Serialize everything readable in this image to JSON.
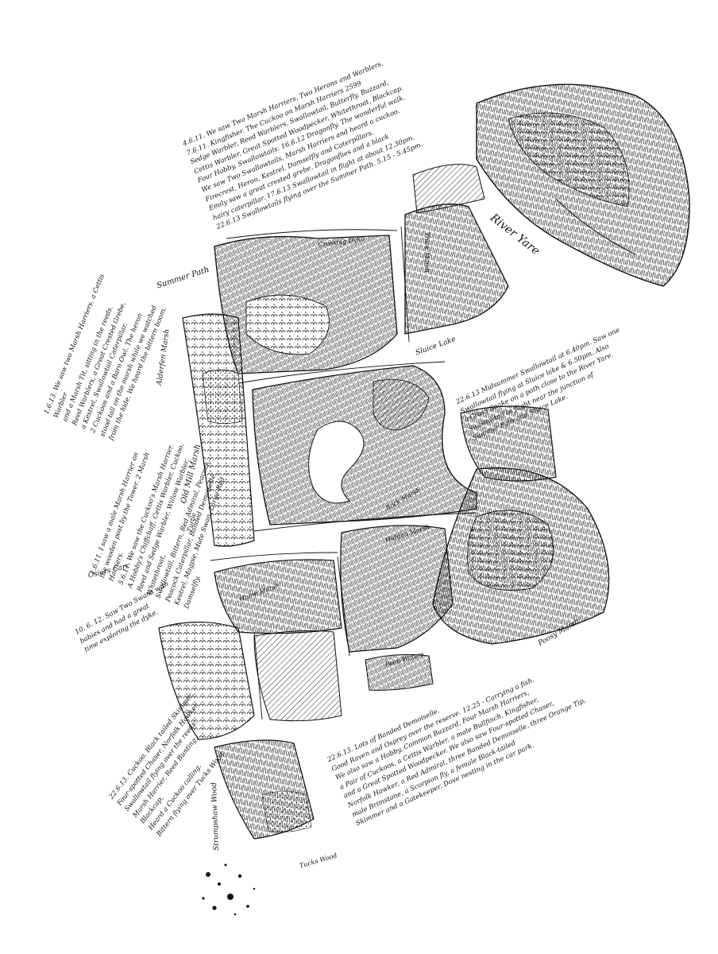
{
  "colors": {
    "ink": "#111111",
    "paper": "#ffffff"
  },
  "labels": {
    "river_yare": "River Yare",
    "summer_path": "Summer Path",
    "crossing_dyke": "Crossing Dyke",
    "thick_marsh": "Thick Marsh",
    "sluice_lake": "Sluice Lake",
    "alderfen_marsh": "Alderfen Marsh",
    "old_mill_marsh": "Old Mill Marsh",
    "turtle": "Turtle",
    "rock_marsh": "Rock Marsh",
    "hidden_marsh": "Hidden Marsh",
    "home_marsh": "Home Marsh",
    "osiers_carr": "Osiers Carr",
    "peep_waters": "Peep Waters",
    "poosy_marsh": "Poosy Marsh",
    "strumpshaw_wood": "Strumpshaw Wood",
    "tucks_wood": "Tucks Wood"
  },
  "notes": {
    "top": [
      "4.6.11. We saw Two Marsh Harriers, Two Herons and Warblers.",
      "7.6.11. Kingfisher. The Cuckoo on Marsh Harriers 2599",
      "Sedge Warbler, Reed Warblers, Swallowtail, Butterfly, Buzzard,",
      "Cettis Warbler, Great Spotted Woodpecker, Whitethroat, Blackcap.",
      "Four Hobby, Swallowtails. 16.6.12 Dragonfly. The wonderful walk.",
      "We saw Two Swallowtails, Marsh Harriers and heard a cuckoo.",
      "Firecrest, Heron, Kestrel. Damselfly and Caterpillars.",
      "Emily saw a great crested grebe. Dragonflies and a black",
      "hairy caterpillar. 17.6.13 Swallowtail in flight at about 12.30pm.",
      "22.6.13 Swallowtails flying over the Summer Path. 5.15 - 5.45pm."
    ],
    "left_top": [
      "1.6.13. We saw two Marsh Harriers, a Cettis Warbler",
      "and a Marsh Tit, sitting in the reeds.",
      "Reed Warblers, a Great Crested Grebe,",
      "a Kestrel, Swallowtail Caterpillar.",
      "2 Cuckoos and a Barn Owl. The heron",
      "stood tall on the marsh while we watched",
      "from the hide. We heard the bittern boom."
    ],
    "left_mid": [
      "1.6.11. I saw a male Marsh Harrier on",
      "the wooden post by the Tower. 2 Marsh Harriers.",
      "5.6.11. We saw the Cuckoo's Marsh Harrier.",
      "A Hobby's Chiffchaff, Cettis Warbler, Cuckoo,",
      "Reed and Sedge Warbler, Willow Warbler, Whitethroat,",
      "Swallowtail, Bittern, Red Admiral, Peacock,",
      "Peacock Caterpillar, Banded Demoiselle,",
      "Kestrel, Magpie, Mute Swan, Large Red Damselfly."
    ],
    "left_bottom": [
      "10. 6. 12. Saw Two Swans with",
      "babies and had a great",
      "time exploring the dyke."
    ],
    "bottom_left": [
      "22.6.13. Cuckoo. Black tailed Skimmer,",
      "Four-spotted Chaser, Norfolk Hawker,",
      "Swallowtail flying over the reeds.",
      "Marsh Harrier, Reed Bunting, Blackcap,",
      "Heard a Cuckoo calling.",
      "Bittern flying over Tucks Wood."
    ],
    "bottom_right": [
      "22.6.13. Lots of Banded Demoiselle.",
      "Good Raven and Osprey over the reserve. 12.25 - Carrying a fish.",
      "We also saw a Hobby, Common Buzzard, Four Marsh Harriers,",
      "a Pair of Cuckoos, a Cettis Warbler, a male Bullfinch, Kingfisher,",
      "and a Great Spotted Woodpecker. We also saw Four-spotted Chaser,",
      "Norfolk Hawker, a Red Admiral, three Banded Demoiselle, three Orange Tip,",
      "male Brimstone, a Scorpion fly, a female Black-tailed",
      "Skimmer and a Gatekeeper. Dove nesting in the car park."
    ],
    "right_mid": [
      "22.6.13 Midsummer Swallowtail at 6.40pm. Saw one",
      "Swallowtail flying at Sluice lake & 6.50pm. Also",
      "a Grass Snake on a path close to the River Yare.",
      "Swallowtail in flight near the junction of",
      "Summer Path and Sluice Lake."
    ]
  }
}
